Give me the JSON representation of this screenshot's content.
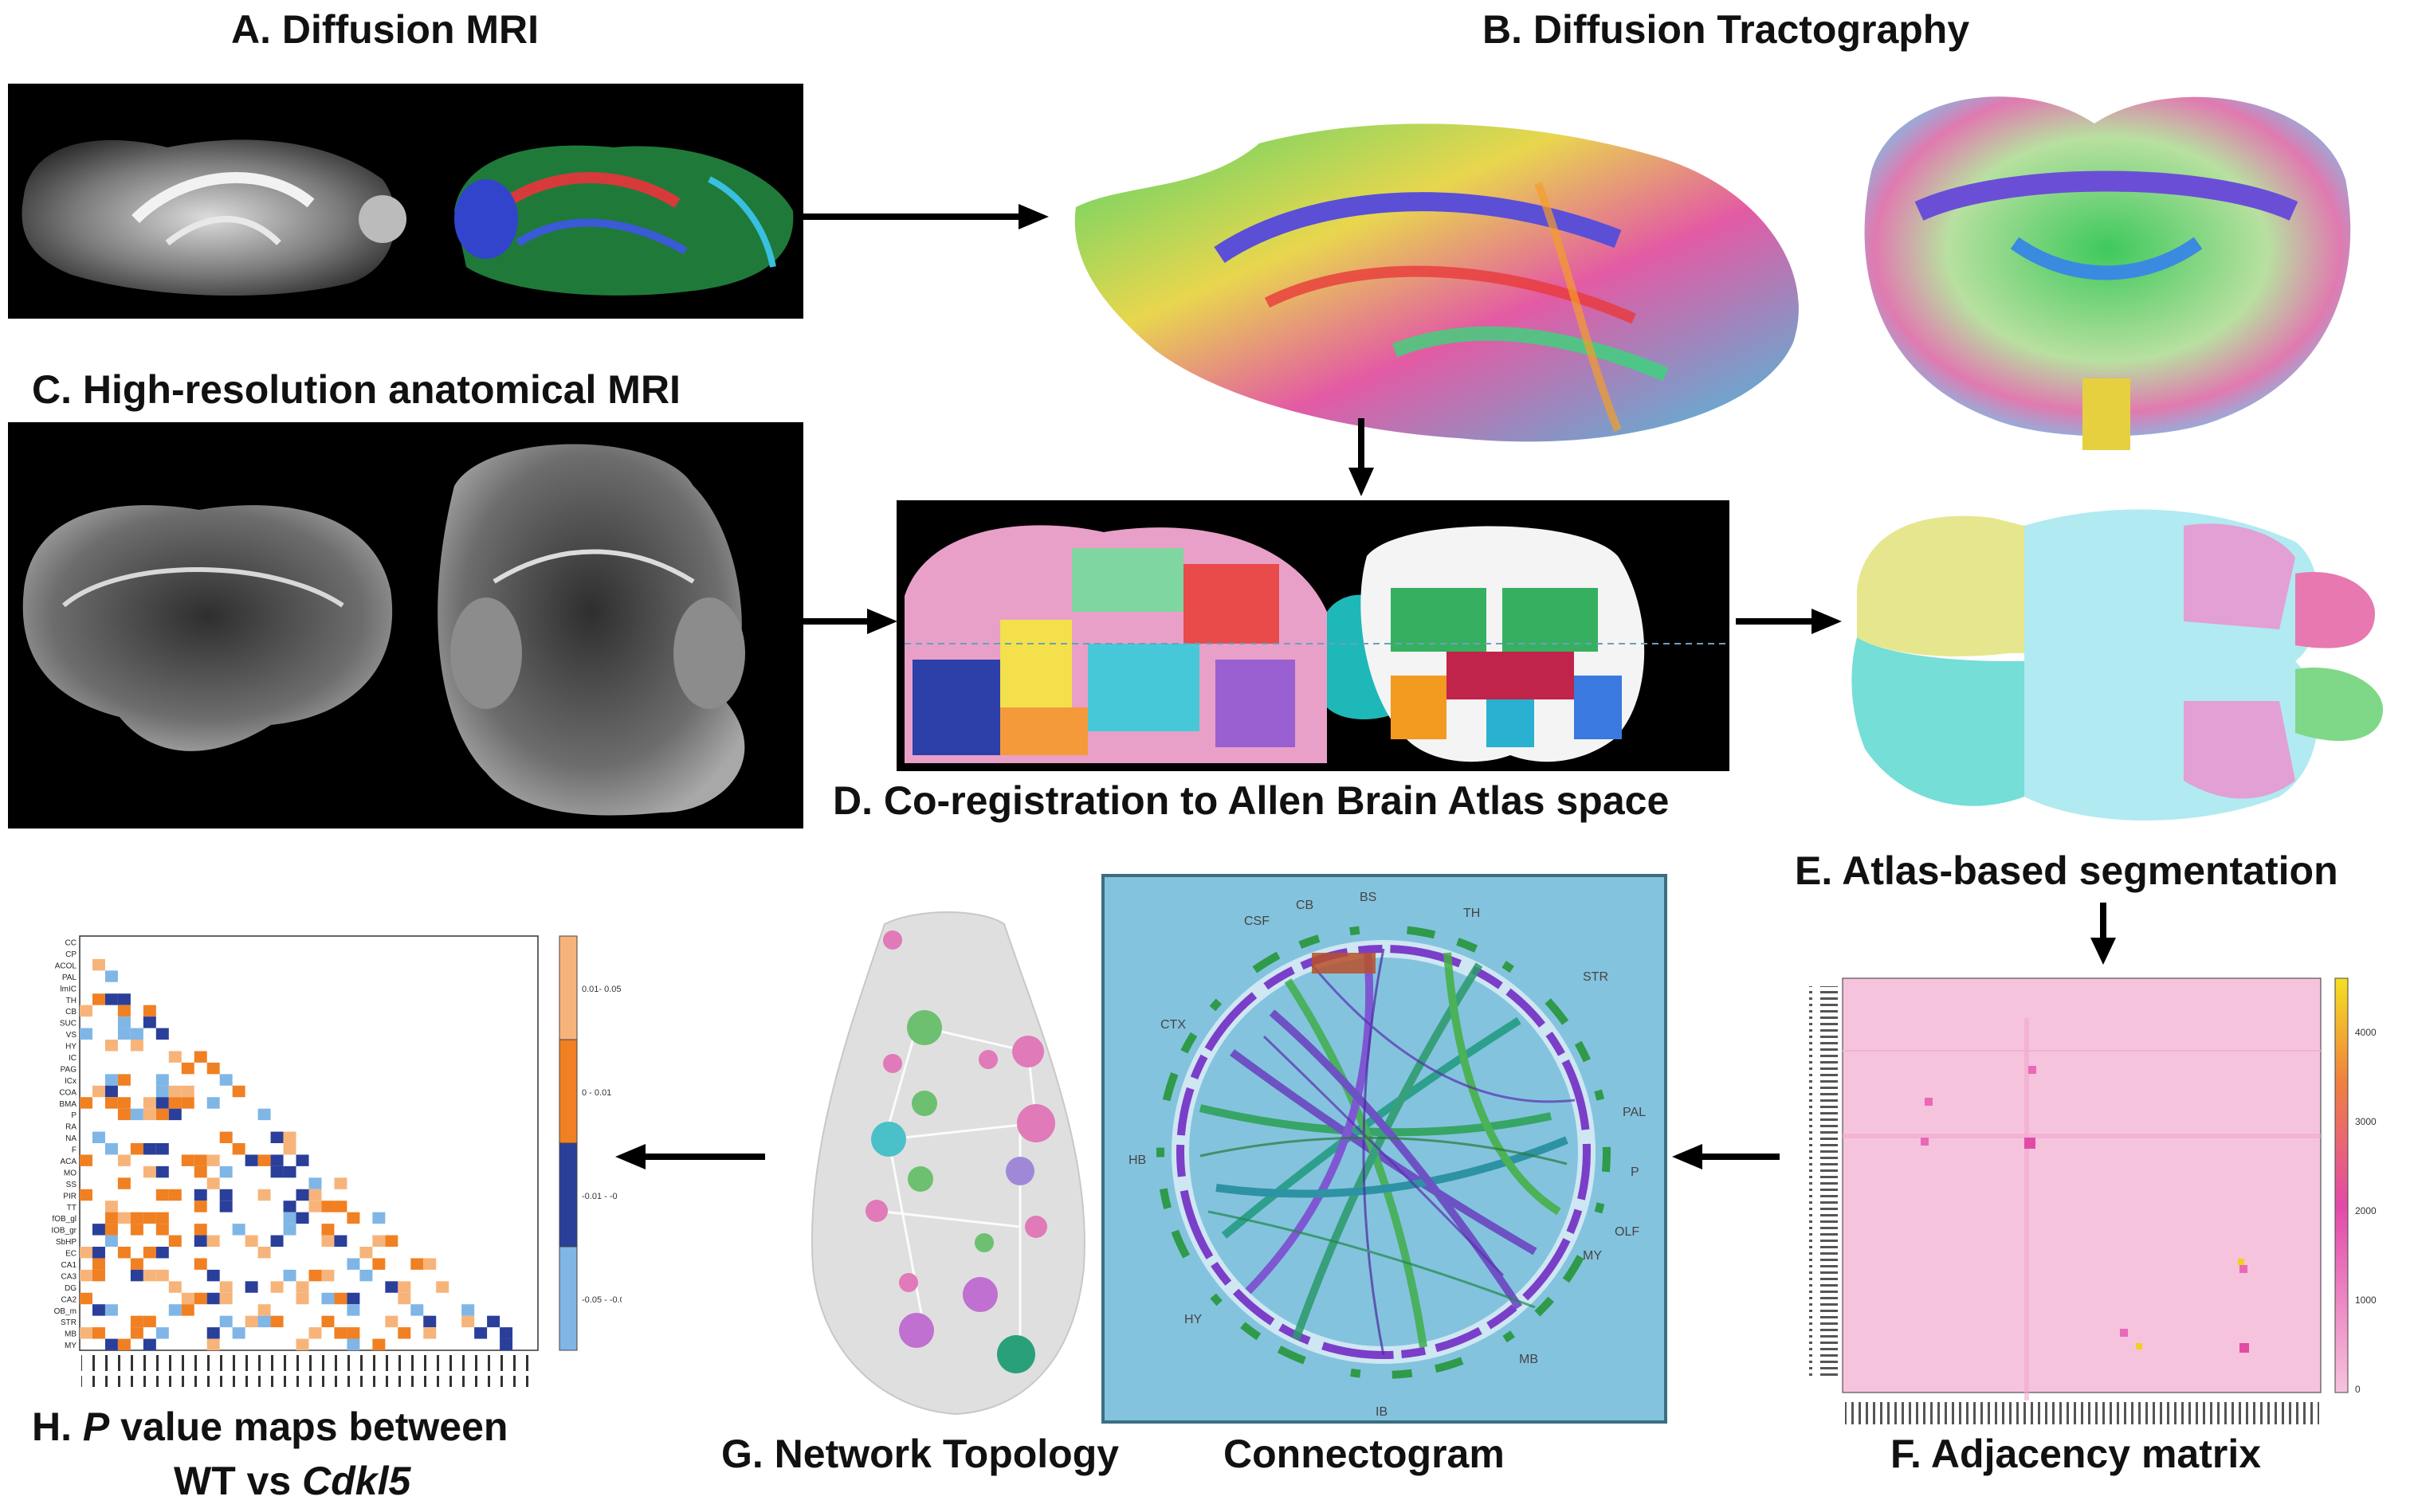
{
  "panels": {
    "a": {
      "title": "A. Diffusion MRI"
    },
    "b": {
      "title": "B. Diffusion Tractography"
    },
    "c": {
      "title": "C. High-resolution anatomical MRI"
    },
    "d": {
      "title": "D. Co-registration to Allen Brain Atlas space"
    },
    "e": {
      "title": "E. Atlas-based segmentation"
    },
    "f": {
      "title": "F. Adjacency matrix",
      "colorbar_ticks": [
        "0",
        "1000",
        "2000",
        "3000",
        "4000"
      ]
    },
    "g": {
      "title": "G. Network Topology"
    },
    "connectogram": {
      "title": "Connectogram",
      "labels": [
        "CTX",
        "CB",
        "BS",
        "TH",
        "STR",
        "PAL",
        "P",
        "OLF",
        "MY",
        "MB",
        "HY",
        "IB",
        "HB",
        "CSF"
      ]
    },
    "h": {
      "title_prefix": "H. ",
      "title_italic": "P",
      "title_mid": " value maps between",
      "title_line2_prefix": "WT vs ",
      "title_line2_italic": "Cdkl5",
      "legend": [
        "0.01- 0.05",
        "0 - 0.01",
        "-0.01 - -0",
        "-0.05 - -0.0"
      ],
      "row_labels": [
        "CC",
        "CP",
        "ACOL",
        "PAL",
        "lmIC",
        "TH",
        "CB",
        "SUC",
        "VS",
        "HY",
        "IC",
        "PAG",
        "ICx",
        "COA",
        "BMA",
        "P",
        "RA",
        "NA",
        "F",
        "ACA",
        "MO",
        "SS",
        "PIR",
        "TT",
        "fOB_gl",
        "IOB_gr",
        "SbHP",
        "EC",
        "CA1",
        "CA3",
        "DG",
        "CA2",
        "OB_m",
        "STR",
        "MB",
        "MY"
      ]
    }
  },
  "colors": {
    "orange_light": "#f7b47a",
    "orange": "#f08022",
    "blue_dark": "#2a3f9a",
    "blue_light": "#7fb6e6",
    "connectogram_bg": "#84c3de",
    "matrix_bg": "#f6c3dd"
  }
}
